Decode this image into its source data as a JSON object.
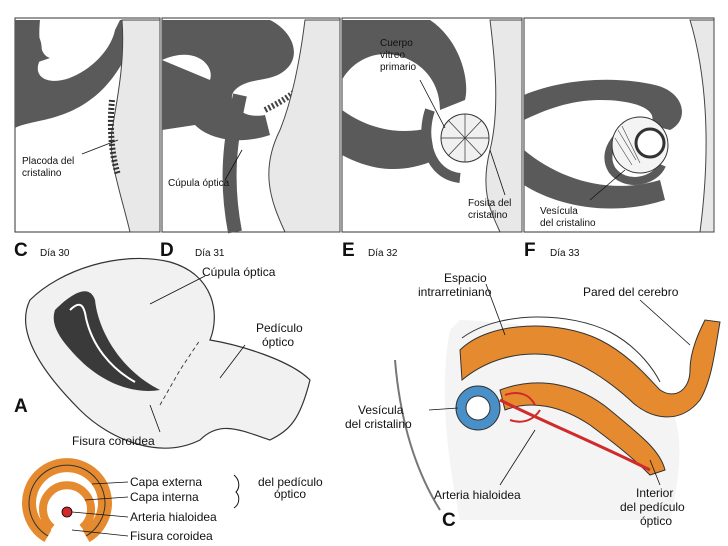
{
  "top_panels": [
    {
      "letter": "C",
      "day": "Día 30",
      "labels": [
        "Placoda del",
        "cristalino"
      ]
    },
    {
      "letter": "D",
      "day": "Día 31",
      "labels": [
        "Cúpula óptica"
      ]
    },
    {
      "letter": "E",
      "day": "Día 32",
      "labels": [
        "Cuerpo",
        "vítreo",
        "primario",
        "Fosita del",
        "cristalino"
      ]
    },
    {
      "letter": "F",
      "day": "Día 33",
      "labels": [
        "Vesícula",
        "del cristalino"
      ]
    }
  ],
  "panel_a": {
    "letter": "A",
    "labels": [
      "Cúpula óptica",
      "Pedículo",
      "óptico",
      "Fisura coroidea"
    ]
  },
  "panel_b": {
    "labels": [
      "Capa externa",
      "del pedículo",
      "Capa interna",
      "óptico",
      "Arteria hialoidea",
      "Fisura coroidea"
    ]
  },
  "panel_c": {
    "letter": "C",
    "labels": [
      "Espacio",
      "intrarretiniano",
      "Pared del cerebro",
      "Vesícula",
      "del cristalino",
      "Arteria hialoidea",
      "Interior",
      "del pedículo",
      "óptico"
    ]
  },
  "colors": {
    "dark_tissue": "#5a5a5a",
    "orange": "#e58a2e",
    "blue": "#4a90c8",
    "red": "#d12a2a",
    "ink": "#111111"
  }
}
